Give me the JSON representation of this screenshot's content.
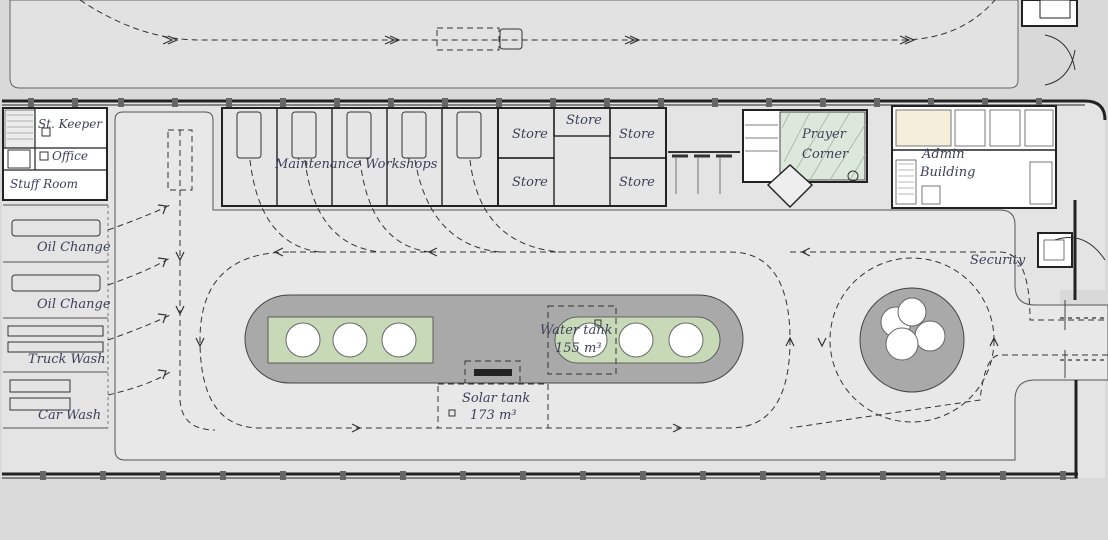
{
  "labels": {
    "store_keeper": "St. Keeper",
    "office": "Office",
    "stuff_room": "Stuff Room",
    "maintenance": "Maintenance Workshops",
    "store_1": "Store",
    "store_2": "Store",
    "store_3": "Store",
    "store_4": "Store",
    "store_5": "Store",
    "prayer_1": "Prayer",
    "prayer_2": "Corner",
    "admin_1": "Admin",
    "admin_2": "Building",
    "security": "Security",
    "oil_change_1": "Oil Change",
    "oil_change_2": "Oil Change",
    "truck_wash": "Truck Wash",
    "car_wash": "Car Wash",
    "water_tank_1": "Water tank",
    "water_tank_2": "155 m³",
    "solar_tank_1": "Solar tank",
    "solar_tank_2": "173 m³"
  },
  "colors": {
    "ground": "#d9d9d9",
    "paving": "#e3e3e3",
    "island": "#a9a9a9",
    "greenery": "#c8d9b8",
    "prayer_fill": "#dde8dc",
    "line": "#222222",
    "text": "#3d3f5a"
  }
}
